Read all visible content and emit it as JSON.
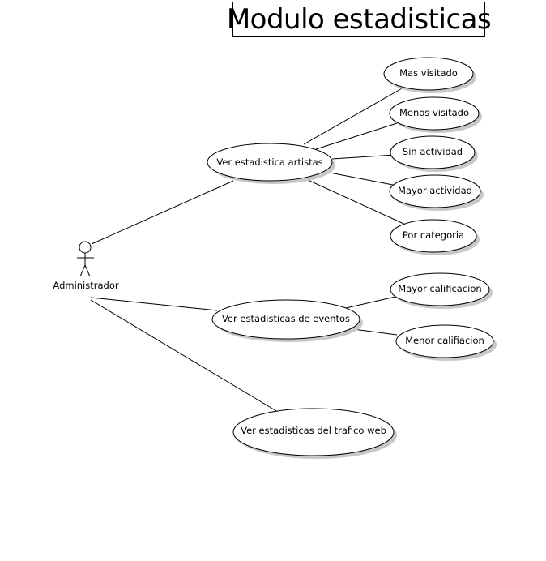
{
  "title": "Modulo estadisticas",
  "actor": {
    "label": "Administrador"
  },
  "use_cases": {
    "ver_artistas": "Ver estadistica artistas",
    "mas_visitado": "Mas visitado",
    "menos_visitado": "Menos visitado",
    "sin_actividad": "Sin actividad",
    "mayor_actividad": "Mayor actividad",
    "por_categoria": "Por categoria",
    "ver_eventos": "Ver estadisticas de eventos",
    "mayor_calificacion": "Mayor calificacion",
    "menor_calificacion": "Menor califiacion",
    "ver_trafico": "Ver estadisticas del trafico web"
  }
}
